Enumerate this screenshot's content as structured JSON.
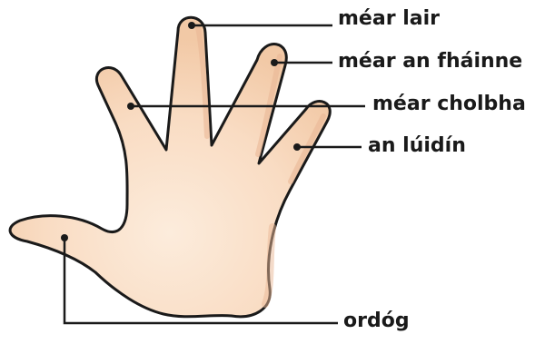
{
  "diagram": {
    "colors": {
      "skin_light": "#fbe7d3",
      "skin_mid": "#f6d2b2",
      "skin_shadow": "#e9b896",
      "outline": "#1a1a1a",
      "leader_line": "#1a1a1a",
      "dot": "#1a1a1a"
    },
    "labels": {
      "middle_finger": "méar lair",
      "ring_finger": "méar an fháinne",
      "index_finger": "méar cholbha",
      "little_finger": "an lúidín",
      "thumb": "ordóg"
    }
  }
}
